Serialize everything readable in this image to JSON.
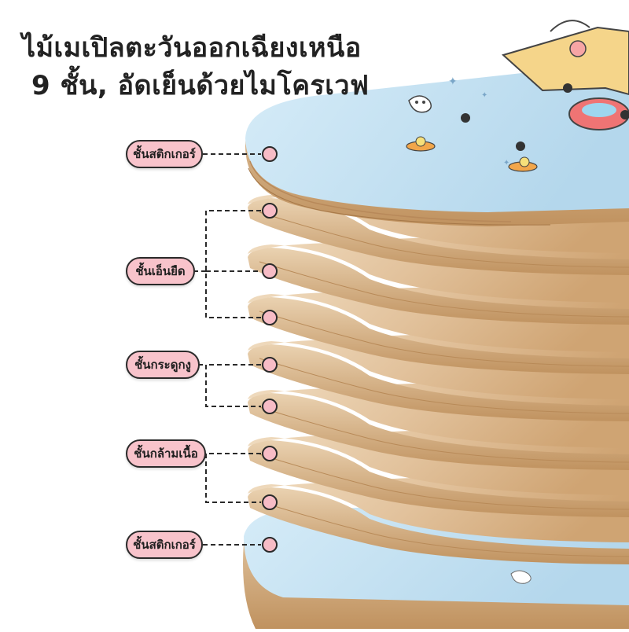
{
  "headline": {
    "line1": "ไม้เมเปิลตะวันออกเฉียงเหนือ",
    "line2": "9 ชั้น, อัดเย็นด้วยไมโครเวฟ"
  },
  "layer_labels": [
    {
      "label": "ชั้นสติกเกอร์"
    },
    {
      "label": "ชั้นเอ็นยืด"
    },
    {
      "label": "ชั้นกระดูกงู"
    },
    {
      "label": "ชั้นกล้ามเนื้อ"
    },
    {
      "label": "ชั้นสติกเกอร์"
    }
  ],
  "colors": {
    "sticker_blue": "#c5e2f2",
    "wood": "#e2c29c",
    "wood_dark": "#c79c6c",
    "marker_pink": "#f7bcc6",
    "outline": "#2a2a2a",
    "text": "#222222"
  },
  "icons": [
    "sticker-illustration-icon",
    "screw-icon"
  ]
}
